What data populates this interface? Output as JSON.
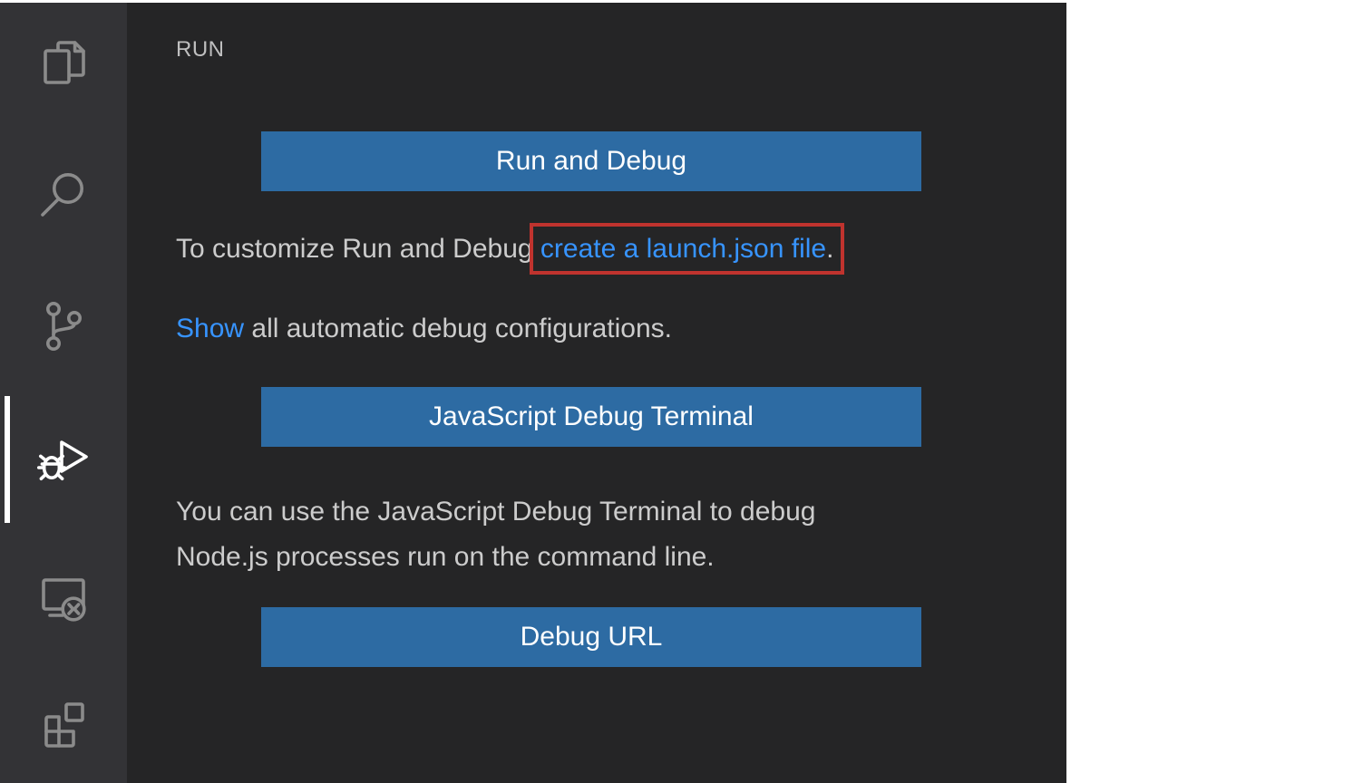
{
  "activity_bar": {
    "items": [
      {
        "id": "explorer",
        "icon": "files-icon",
        "active": false
      },
      {
        "id": "search",
        "icon": "search-icon",
        "active": false
      },
      {
        "id": "source-control",
        "icon": "git-branch-icon",
        "active": false
      },
      {
        "id": "run-and-debug",
        "icon": "debug-play-bug-icon",
        "active": true
      },
      {
        "id": "remote-explorer",
        "icon": "remote-monitor-icon",
        "active": false
      },
      {
        "id": "extensions",
        "icon": "extensions-icon",
        "active": false
      }
    ]
  },
  "sidebar": {
    "title": "RUN",
    "run_button_label": "Run and Debug",
    "terminal_button_label": "JavaScript Debug Terminal",
    "debug_url_button_label": "Debug URL",
    "customize": {
      "prefix": "To customize Run and Debug ",
      "link_text": "create a launch.json file",
      "suffix": "."
    },
    "show_configs": {
      "link_text": "Show",
      "suffix": " all automatic debug configurations."
    },
    "terminal_desc": [
      "You can use the JavaScript Debug Terminal to debug",
      "Node.js processes run on the command line."
    ]
  },
  "colors": {
    "button_background": "#2d6ba3",
    "link_blue": "#3794ff",
    "annotation_red": "#c0332e",
    "sidebar_background": "#252526",
    "activitybar_background": "#333336",
    "body_text": "#cccccc"
  }
}
